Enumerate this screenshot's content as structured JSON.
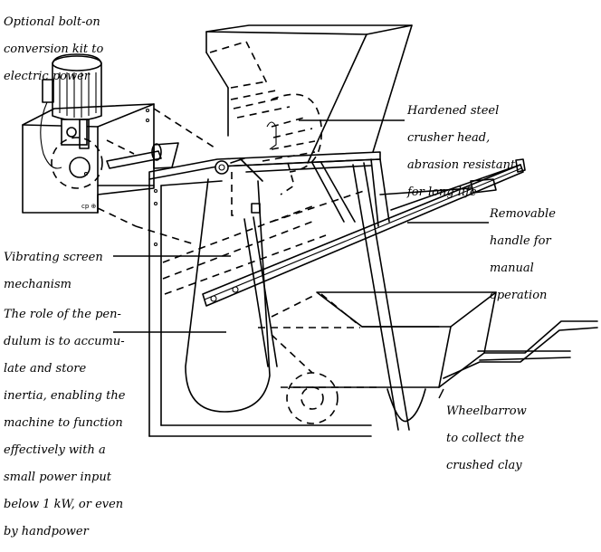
{
  "diagram": {
    "subject": "Clay crusher with pendulum, hopper, removable handle and wheelbarrow",
    "labels": {
      "electric_kit": [
        "Optional bolt-on",
        "conversion kit to",
        "electric power"
      ],
      "crusher_head": [
        "Hardened steel",
        "crusher head,",
        "abrasion resistant",
        "for long life"
      ],
      "handle": [
        "Removable",
        "handle for",
        "manual",
        "operation"
      ],
      "screen": [
        "Vibrating screen",
        "mechanism"
      ],
      "pendulum": [
        "The role of the pen-",
        "dulum is to accumu-",
        "late and store",
        "inertia, enabling the",
        "machine to function",
        "effectively with a",
        "small power input",
        "below 1 kW, or even",
        "by handpower"
      ],
      "wheelbarrow": [
        "Wheelbarrow",
        "to collect the",
        "crushed clay"
      ]
    },
    "colors": {
      "ink": "#000000",
      "paper": "#ffffff"
    }
  }
}
